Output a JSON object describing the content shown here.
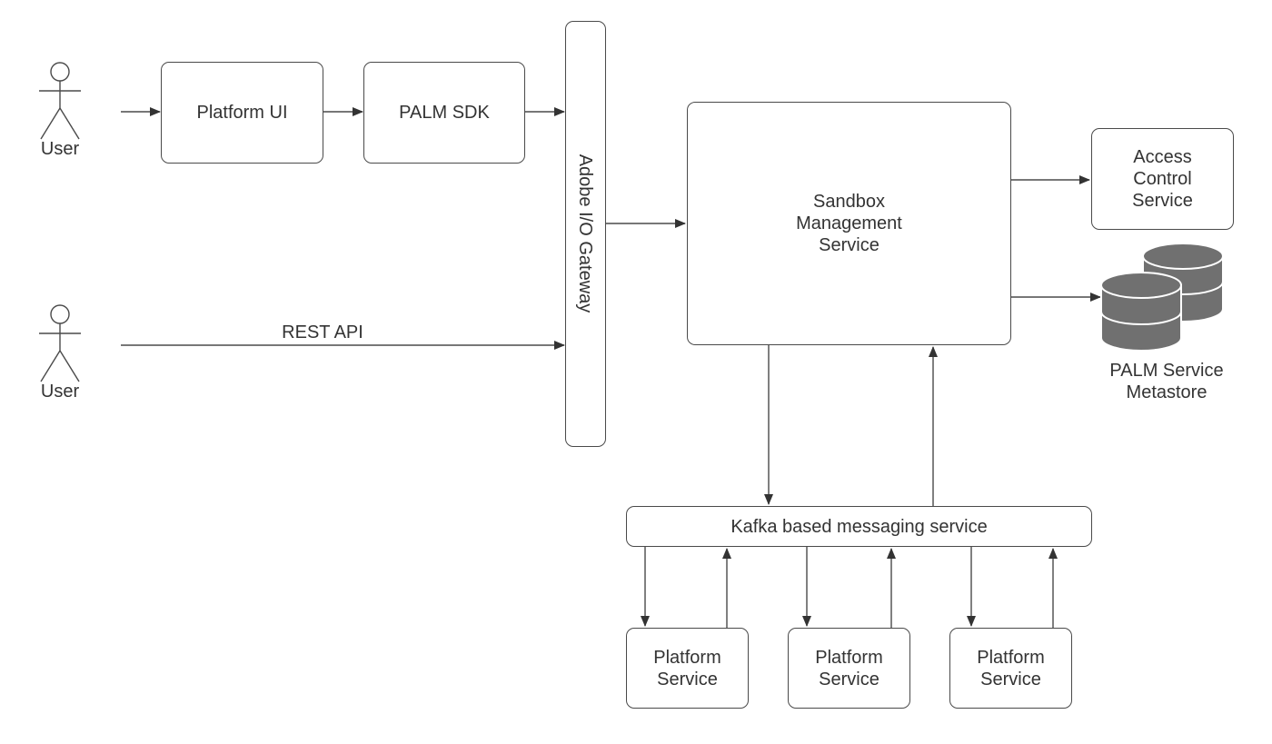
{
  "actors": {
    "user_top": "User",
    "user_bottom": "User"
  },
  "boxes": {
    "platform_ui": "Platform UI",
    "palm_sdk": "PALM SDK",
    "gateway": "Adobe I/O Gateway",
    "sandbox": "Sandbox\nManagement\nService",
    "access_control": "Access\nControl\nService",
    "kafka": "Kafka based messaging service",
    "platform_service_1": "Platform\nService",
    "platform_service_2": "Platform\nService",
    "platform_service_3": "Platform\nService"
  },
  "database": {
    "label": "PALM Service\nMetastore",
    "icon": "database-icon",
    "color": "#707070"
  },
  "edges": {
    "rest_api_label": "REST API"
  },
  "colors": {
    "stroke": "#4a4a4a",
    "text": "#333333"
  }
}
